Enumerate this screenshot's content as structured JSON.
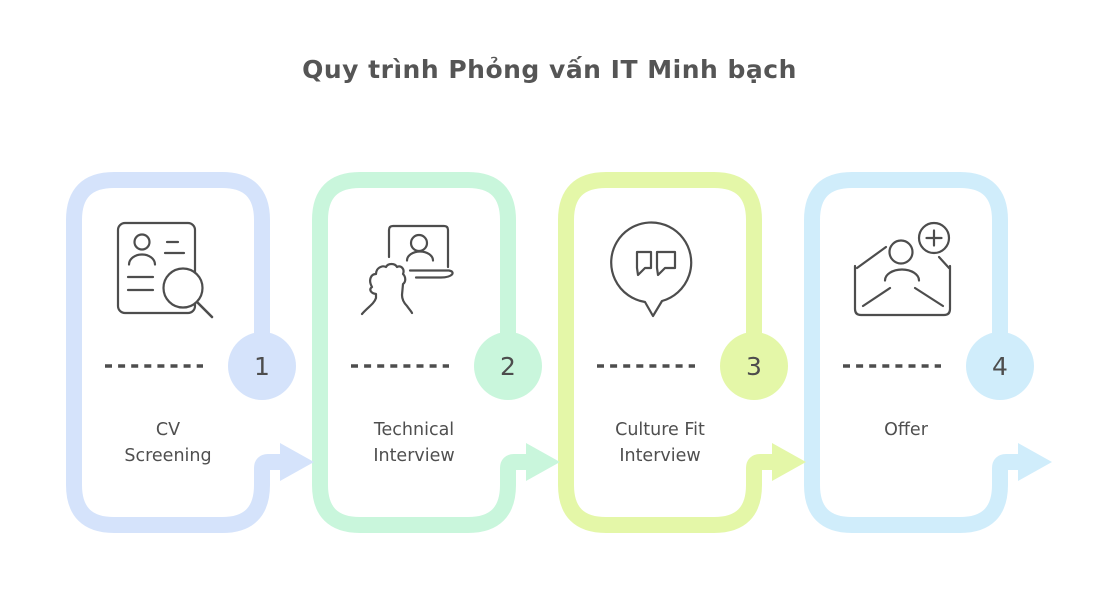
{
  "title": "Quy trình Phỏng vấn IT Minh bạch",
  "colors": {
    "background": "#ffffff",
    "title_text": "#555555",
    "label_text": "#4f4f4f",
    "number_text": "#4d4d4d",
    "dash": "#4d4d4d",
    "icon_stroke": "#4d4d4d"
  },
  "steps": [
    {
      "number": "1",
      "label": "CV Screening",
      "label_line1": "CV",
      "label_line2": "Screening",
      "accent": "#d5e3fb",
      "icon": "cv-search-icon"
    },
    {
      "number": "2",
      "label": "Technical Interview",
      "label_line1": "Technical",
      "label_line2": "Interview",
      "accent": "#c9f6dc",
      "icon": "video-call-interview-icon"
    },
    {
      "number": "3",
      "label": "Culture Fit Interview",
      "label_line1": "Culture Fit",
      "label_line2": "Interview",
      "accent": "#e4f7a8",
      "icon": "chat-quotes-icon"
    },
    {
      "number": "4",
      "label": "Offer",
      "label_line1": "Offer",
      "label_line2": "",
      "accent": "#d0edfb",
      "icon": "offer-envelope-add-icon"
    }
  ]
}
